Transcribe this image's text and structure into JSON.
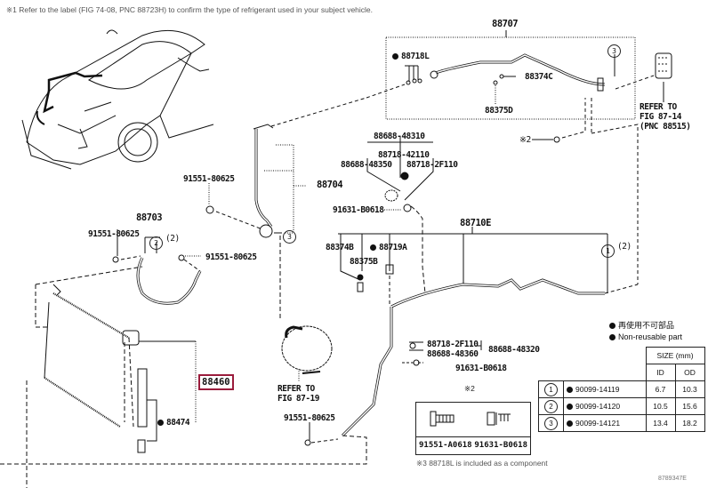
{
  "notes": {
    "note1": "※1 Refer to the label (FIG 74-08, PNC 88723H) to confirm the type of refrigerant used in your subject vehicle.",
    "note2_marker": "※2",
    "note2_leader": "※2",
    "note3": "※3 88718L is included as a component",
    "figure_id": "8789347E"
  },
  "parts": {
    "p88707": "88707",
    "p88718L": "88718L",
    "p88374C": "88374C",
    "p88375D": "88375D",
    "refer_88515_line1": "REFER TO",
    "refer_88515_line2": "FIG 87-14",
    "refer_88515_line3": "(PNC 88515)",
    "p88688_48310": "88688-48310",
    "p88718_42110": "88718-42110",
    "p88688_48350": "88688-48350",
    "p88718_2F110_top": "88718-2F110",
    "p88704": "88704",
    "p91551_80625_a": "91551-80625",
    "p91631_B0618_a": "91631-B0618",
    "p88703": "88703",
    "p91551_80625_b": "91551-80625",
    "p91551_80625_c": "91551-80625",
    "p88710E": "88710E",
    "p88374B": "88374B",
    "p88719A": "88719A",
    "p88375B": "88375B",
    "p88718_2F110_bot": "88718-2F110",
    "p88688_48360": "88688-48360",
    "p88688_48320": "88688-48320",
    "p91631_B0618_b": "91631-B0618",
    "p88460": "88460",
    "p88474": "88474",
    "refer_8719_line1": "REFER TO",
    "refer_8719_line2": "FIG 87-19",
    "p91551_80625_d": "91551-80625",
    "qty2_a": "(2)",
    "qty2_b": "(2)",
    "circle1": "1",
    "circle2": "2",
    "circle3_a": "3",
    "circle3_b": "3",
    "circle3_c": "3"
  },
  "legend": {
    "jp": "再使用不可部品",
    "en": "Non-reusable part"
  },
  "bolts": {
    "title": "※2",
    "items": [
      "91551-A0618",
      "91631-B0618"
    ]
  },
  "size_table": {
    "header": "SIZE (mm)",
    "col_id": "ID",
    "col_od": "OD",
    "rows": [
      {
        "ref": "1",
        "part": "90099-14119",
        "id": "6.7",
        "od": "10.3"
      },
      {
        "ref": "2",
        "part": "90099-14120",
        "id": "10.5",
        "od": "15.6"
      },
      {
        "ref": "3",
        "part": "90099-14121",
        "id": "13.4",
        "od": "18.2"
      }
    ]
  }
}
